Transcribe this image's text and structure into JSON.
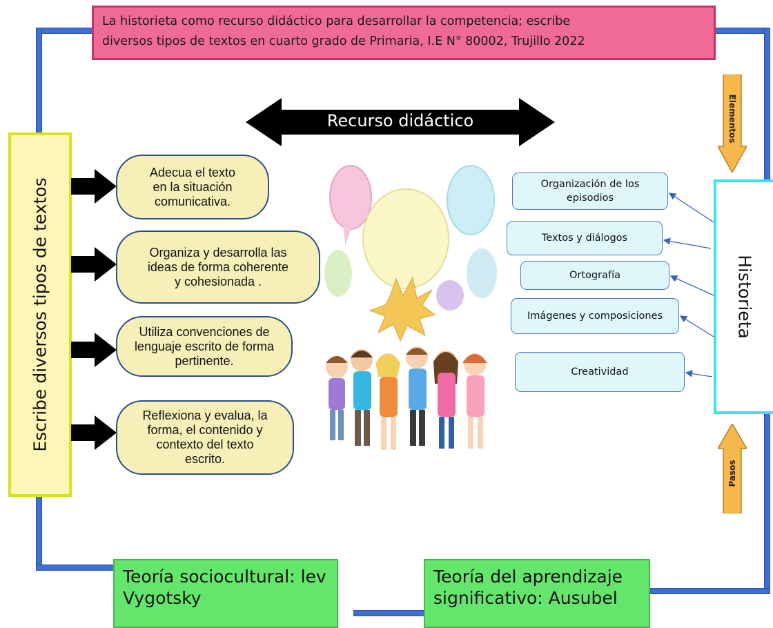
{
  "title": {
    "line1": "La historieta como recurso didáctico para desarrollar la competencia; escribe",
    "line2": "diversos tipos de textos en cuarto grado de Primaria, I.E N° 80002, Trujillo 2022"
  },
  "recurso": {
    "label": "Recurso didáctico"
  },
  "left_box": {
    "label": "Escribe diversos tipos de textos"
  },
  "competencies": [
    {
      "text": "Adecua el texto en la situación comunicativa."
    },
    {
      "text": "Organiza y desarrolla las ideas de forma coherente y cohesionada ."
    },
    {
      "text": "Utiliza convenciones de lenguaje escrito de forma pertinente."
    },
    {
      "text": "Reflexiona y evalua, la forma, el contenido y contexto del texto escrito."
    }
  ],
  "right_box": {
    "label": "Historieta"
  },
  "elements_arrow": {
    "label": "Elementos"
  },
  "pasos_arrow": {
    "label": "Pasos"
  },
  "elements": [
    {
      "text": "Organización de los episodios"
    },
    {
      "text": "Textos y diálogos"
    },
    {
      "text": "Ortografía"
    },
    {
      "text": "Imágenes y composiciones"
    },
    {
      "text": "Creatividad"
    }
  ],
  "theories": [
    {
      "text": "Teoría sociocultural: lev  Vygotsky"
    },
    {
      "text": "Teoría del aprendizaje significativo: Ausubel"
    }
  ],
  "colors": {
    "frame": "#3f6fd2",
    "title_bg": "#f06a97",
    "left_box_bg": "#fff7b8",
    "oval_bg": "#f6f0b8",
    "element_bg": "#dff7fb",
    "theory_bg": "#63e66b",
    "historieta_border": "#38e3ec",
    "orange_arrow": "#f6b84c"
  },
  "illustration": {
    "icon": "children-speech-bubbles-illustration"
  }
}
